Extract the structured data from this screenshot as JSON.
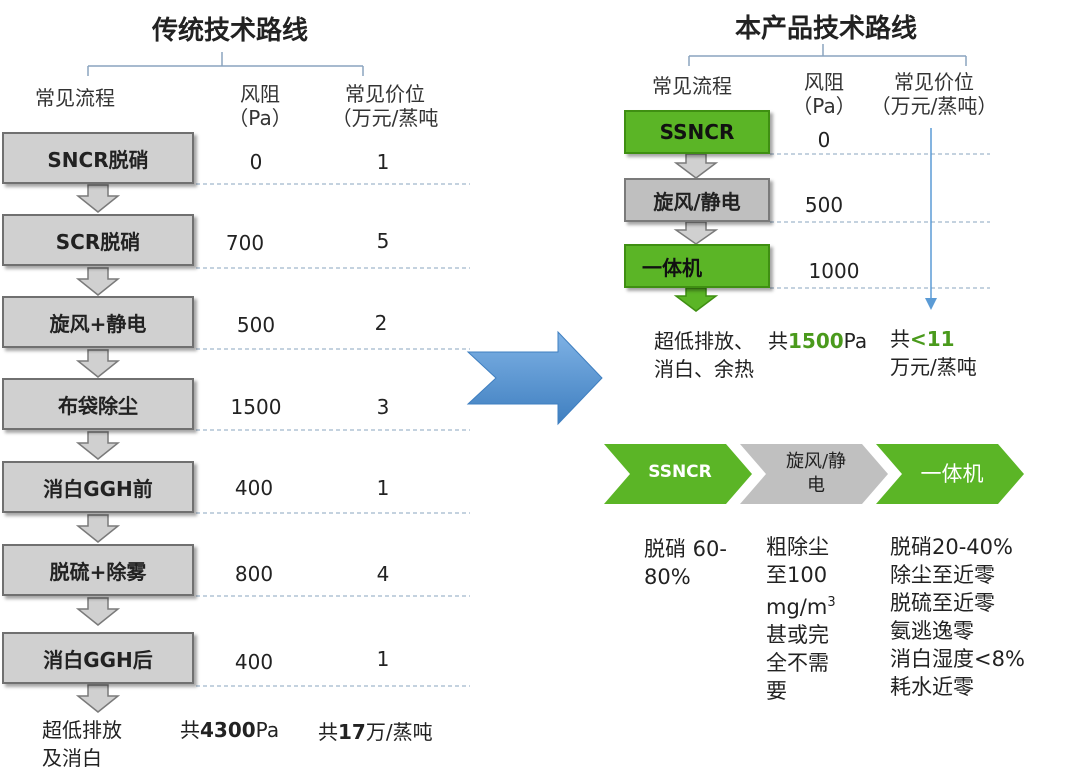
{
  "left": {
    "title": "传统技术路线",
    "headers": {
      "process": "常见流程",
      "resistance_l1": "风阻",
      "resistance_l2": "（Pa）",
      "price_l1": "常见价位",
      "price_l2": "（万元/蒸吨"
    },
    "rows": [
      {
        "name": "SNCR脱硝",
        "pa": "0",
        "price": "1"
      },
      {
        "name": "SCR脱硝",
        "pa": "700",
        "price": "5"
      },
      {
        "name": "旋风+静电",
        "pa": "500",
        "price": "2"
      },
      {
        "name": "布袋除尘",
        "pa": "1500",
        "price": "3"
      },
      {
        "name": "消白GGH前",
        "pa": "400",
        "price": "1"
      },
      {
        "name": "脱硫+除雾",
        "pa": "800",
        "price": "4"
      },
      {
        "name": "消白GGH后",
        "pa": "400",
        "price": "1"
      }
    ],
    "footer": {
      "label_l1": "超低排放",
      "label_l2": "及消白",
      "total_pa_prefix": "共",
      "total_pa_value": "4300",
      "total_pa_unit": "Pa",
      "total_price_prefix": "共",
      "total_price_value": "17",
      "total_price_unit": "万/蒸吨"
    }
  },
  "right": {
    "title": "本产品技术路线",
    "headers": {
      "process": "常见流程",
      "resistance_l1": "风阻",
      "resistance_l2": "（Pa）",
      "price_l1": "常见价位",
      "price_l2": "（万元/蒸吨）"
    },
    "rows": [
      {
        "name": "SSNCR",
        "pa": "0",
        "style": "green"
      },
      {
        "name": "旋风/静电",
        "pa": "500",
        "style": "gray"
      },
      {
        "name": "一体机",
        "pa": "1000",
        "style": "green"
      }
    ],
    "footer": {
      "label_l1": "超低排放、",
      "label_l2": "消白、余热",
      "total_pa_prefix": "共",
      "total_pa_value": "1500",
      "total_pa_unit": "Pa",
      "total_price_prefix": "共",
      "total_price_value": "<11",
      "total_price_unit": "万元/蒸吨"
    }
  },
  "chevrons": [
    {
      "label": "SSNCR",
      "color": "#5bb526"
    },
    {
      "label_l1": "旋风/静",
      "label_l2": "电",
      "color": "#c0c0c0"
    },
    {
      "label": "一体机",
      "color": "#5bb526"
    }
  ],
  "features": {
    "col1": [
      "脱硝 60-",
      "80%"
    ],
    "col2": [
      "粗除尘",
      "至100",
      "mg/m",
      "甚或完",
      "全不需",
      "要"
    ],
    "col2_sup": "3",
    "col3": [
      "脱硝20-40%",
      "除尘至近零",
      "脱硫至近零",
      "氨逃逸零",
      "消白湿度<8%",
      "耗水近零"
    ]
  },
  "colors": {
    "green": "#5bb526",
    "gray_box": "#d0d0d0",
    "blue_arrow": "#5b9bd5"
  }
}
